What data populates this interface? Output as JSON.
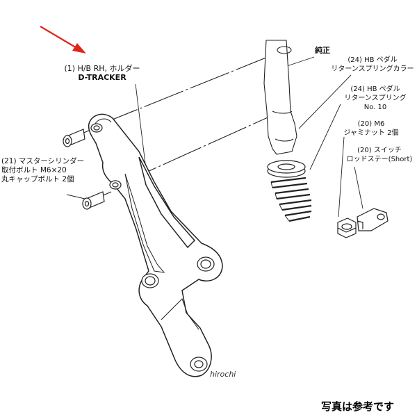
{
  "labels": {
    "part_1_line1": "(1) H/B RH, ホルダー",
    "part_1_line2": "D-TRACKER",
    "genuine": "純正",
    "part_24_collar_line1": "(24) HB ペダル",
    "part_24_collar_line2": "リターンスプリングカラー",
    "part_24_spring_line1": "(24) HB ペダル",
    "part_24_spring_line2": "リターンスプリング",
    "part_24_spring_line3": "No. 10",
    "part_20_nut_line1": "(20) M6",
    "part_20_nut_line2": "ジャミナット 2個",
    "part_20_stay_line1": "(20) スイッチ",
    "part_20_stay_line2": "ロッドステー(Short)",
    "part_21_line1": "(21) マスターシリンダー",
    "part_21_line2": "取付ボルト M6×20",
    "part_21_line3": "丸キャップボルト 2個"
  },
  "watermark": "hirochi",
  "note": "写真は参考です",
  "colors": {
    "arrow": "#e0261a",
    "ink": "#111111"
  }
}
